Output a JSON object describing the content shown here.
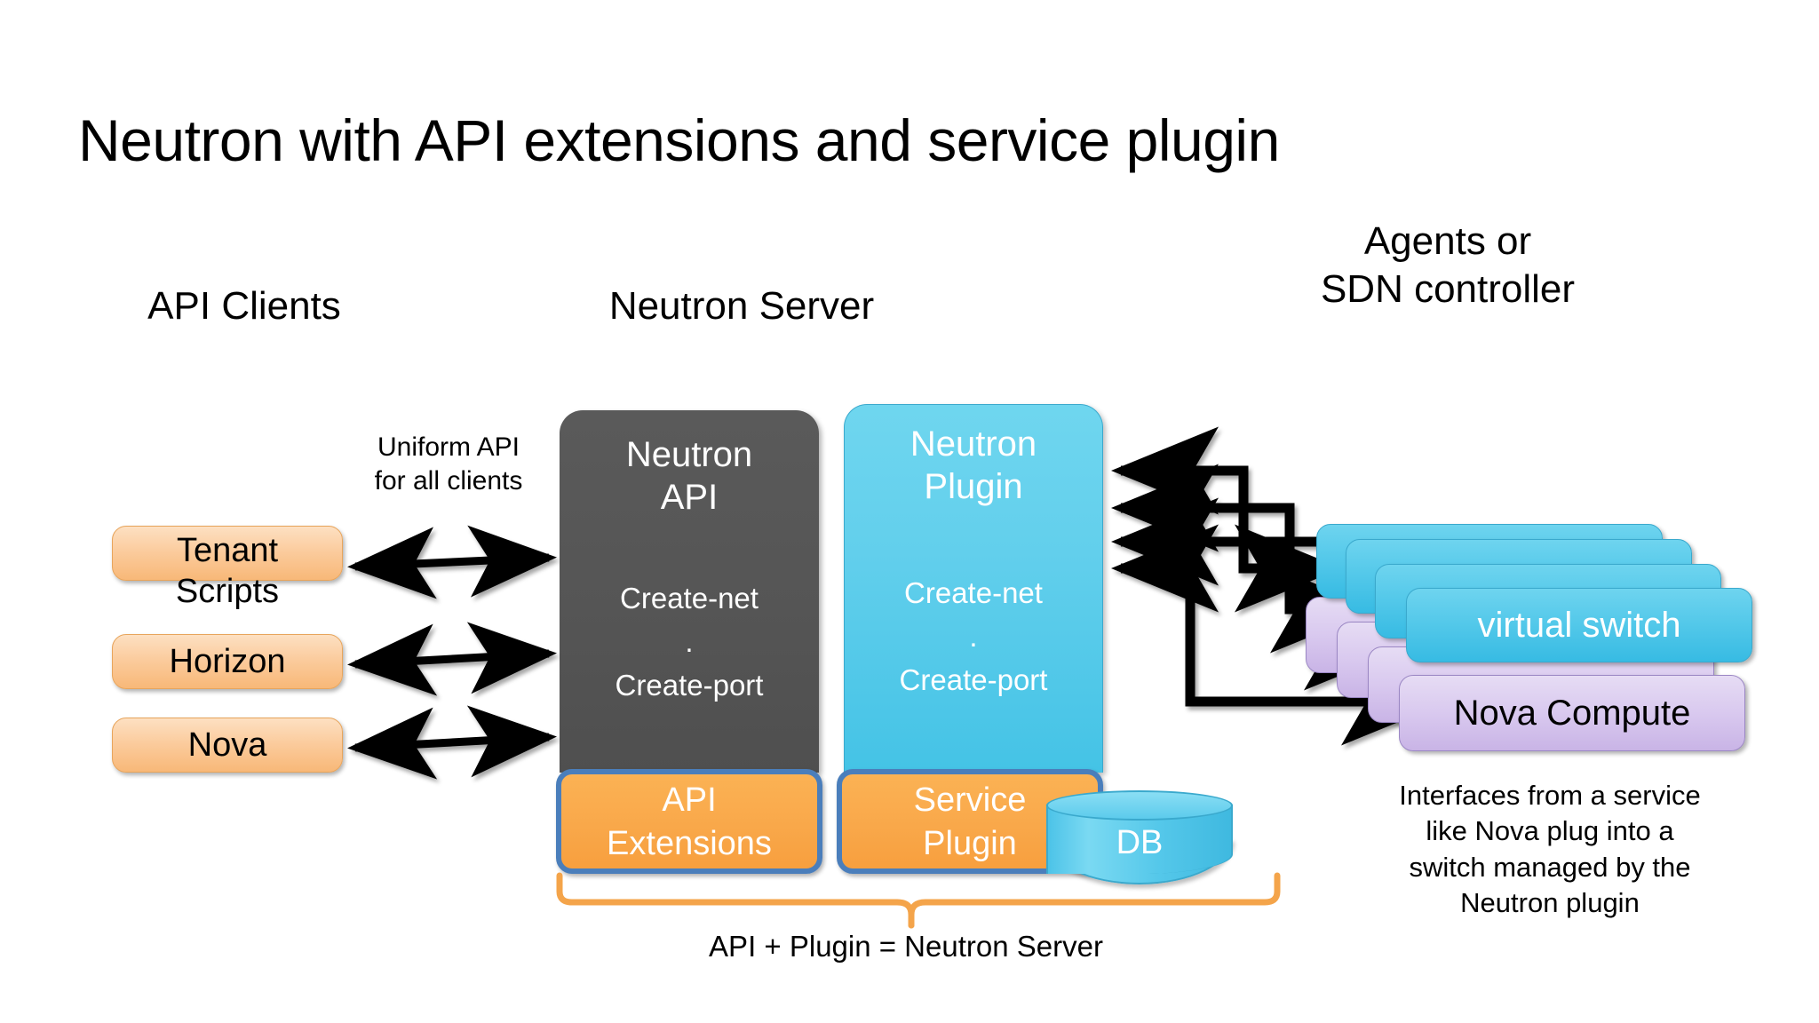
{
  "title": "Neutron with API extensions and service plugin",
  "headings": {
    "clients": "API Clients",
    "server": "Neutron Server",
    "agents_line1": "Agents or",
    "agents_line2": "SDN controller"
  },
  "clients": {
    "note_line1": "Uniform API",
    "note_line2": "for all clients",
    "boxes": [
      {
        "label": "Tenant\nScripts",
        "line1": "Tenant",
        "line2": "Scripts"
      },
      {
        "label": "Horizon"
      },
      {
        "label": "Nova"
      }
    ]
  },
  "columns": [
    {
      "id": "neutron-api",
      "title_line1": "Neutron",
      "title_line2": "API",
      "op_first": "Create-net",
      "op_dot": ".",
      "op_last": "Create-port",
      "color": "#555555"
    },
    {
      "id": "neutron-plugin",
      "title_line1": "Neutron",
      "title_line2": "Plugin",
      "op_first": "Create-net",
      "op_dot": ".",
      "op_last": "Create-port",
      "color": "#55c9ea"
    }
  ],
  "bottom_boxes": [
    {
      "line1": "API",
      "line2": "Extensions"
    },
    {
      "line1": "Service",
      "line2": "Plugin"
    }
  ],
  "database": {
    "label": "DB"
  },
  "brace_caption": "API + Plugin = Neutron Server",
  "agents": {
    "switch_label": "virtual switch",
    "compute_label": "Nova Compute",
    "caption_line1": "Interfaces from a service",
    "caption_line2": "like Nova plug into a",
    "caption_line3": "switch managed by the",
    "caption_line4": "Neutron plugin"
  },
  "colors": {
    "background": "#ffffff",
    "client_orange": "#fbcb9c",
    "api_dark": "#555555",
    "plugin_cyan": "#55c9ea",
    "bottom_orange": "#f9a84a",
    "bottom_border_blue": "#4a7ebb",
    "nova_purple": "#d9c9ef",
    "brace_orange": "#f4a44a",
    "arrow_black": "#000000"
  }
}
